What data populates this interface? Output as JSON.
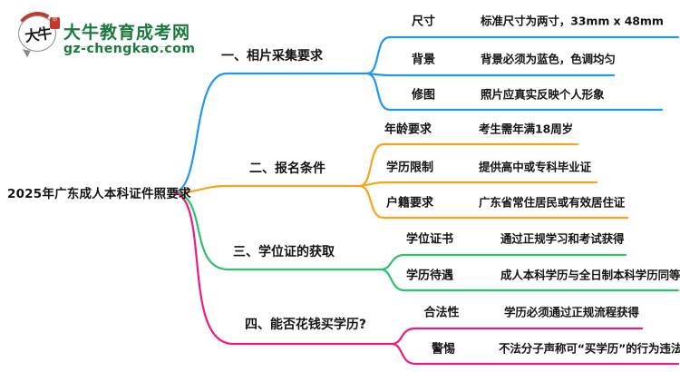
{
  "logo": {
    "seal_text": "大牛",
    "stamp_text": "印",
    "site_name": "大牛教育成考网",
    "site_url": "gz-chengkao.com",
    "brand_green": "#1a7a3e",
    "seal_red": "#c0392b"
  },
  "root": {
    "title": "2025年广东成人本科证件照要求"
  },
  "branches": [
    {
      "label": "一、相片采集要求",
      "color": "#2196f3",
      "children": [
        {
          "key": "尺寸",
          "value": "标准尺寸为两寸，33mm x 48mm"
        },
        {
          "key": "背景",
          "value": "背景必须为蓝色，色调均匀"
        },
        {
          "key": "修图",
          "value": "照片应真实反映个人形象"
        }
      ]
    },
    {
      "label": "二、报名条件",
      "color": "#f7a41d",
      "children": [
        {
          "key": "年龄要求",
          "value": "考生需年满18周岁"
        },
        {
          "key": "学历限制",
          "value": "提供高中或专科毕业证"
        },
        {
          "key": "户籍要求",
          "value": "广东省常住居民或有效居住证"
        }
      ]
    },
    {
      "label": "三、学位证的获取",
      "color": "#2ec06b",
      "children": [
        {
          "key": "学位证书",
          "value": "通过正规学习和考试获得"
        },
        {
          "key": "学历待遇",
          "value": "成人本科学历与全日制本科学历同等"
        }
      ]
    },
    {
      "label": "四、能否花钱买学历?",
      "color": "#f1197d",
      "children": [
        {
          "key": "合法性",
          "value": "学历必须通过正规流程获得"
        },
        {
          "key": "警惕",
          "value": "不法分子声称可“买学历”的行为违法"
        }
      ]
    }
  ]
}
